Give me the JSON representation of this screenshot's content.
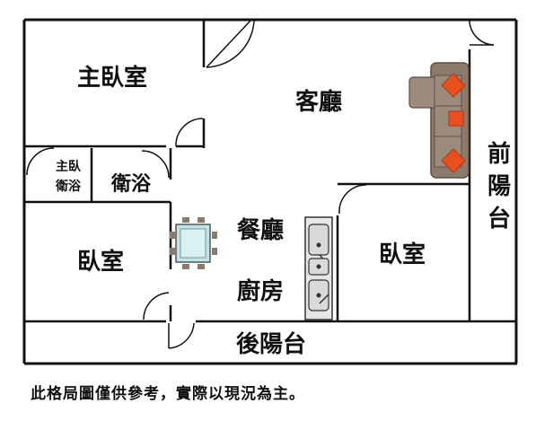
{
  "rooms": {
    "master_bedroom": "主臥室",
    "living_room": "客廳",
    "front_balcony": [
      "前",
      "陽",
      "台"
    ],
    "master_bath": [
      "主臥",
      "衛浴"
    ],
    "bathroom": "衛浴",
    "dining_room": "餐廳",
    "kitchen": "廚房",
    "bedroom_left": "臥室",
    "bedroom_right": "臥室",
    "back_balcony": "後陽台"
  },
  "disclaimer": "此格局圖僅供參考，實際以現況為主。",
  "colors": {
    "wall": "#111111",
    "sofa": "#8c7b6d",
    "sofa_dark": "#6e5f53",
    "pillow": "#e8501e",
    "table_glass": "#bfe4e6",
    "sink": "#d9d9d9"
  },
  "icons": [
    "sofa-icon",
    "dining-table-icon",
    "sink-icon",
    "door-swing-icon"
  ]
}
